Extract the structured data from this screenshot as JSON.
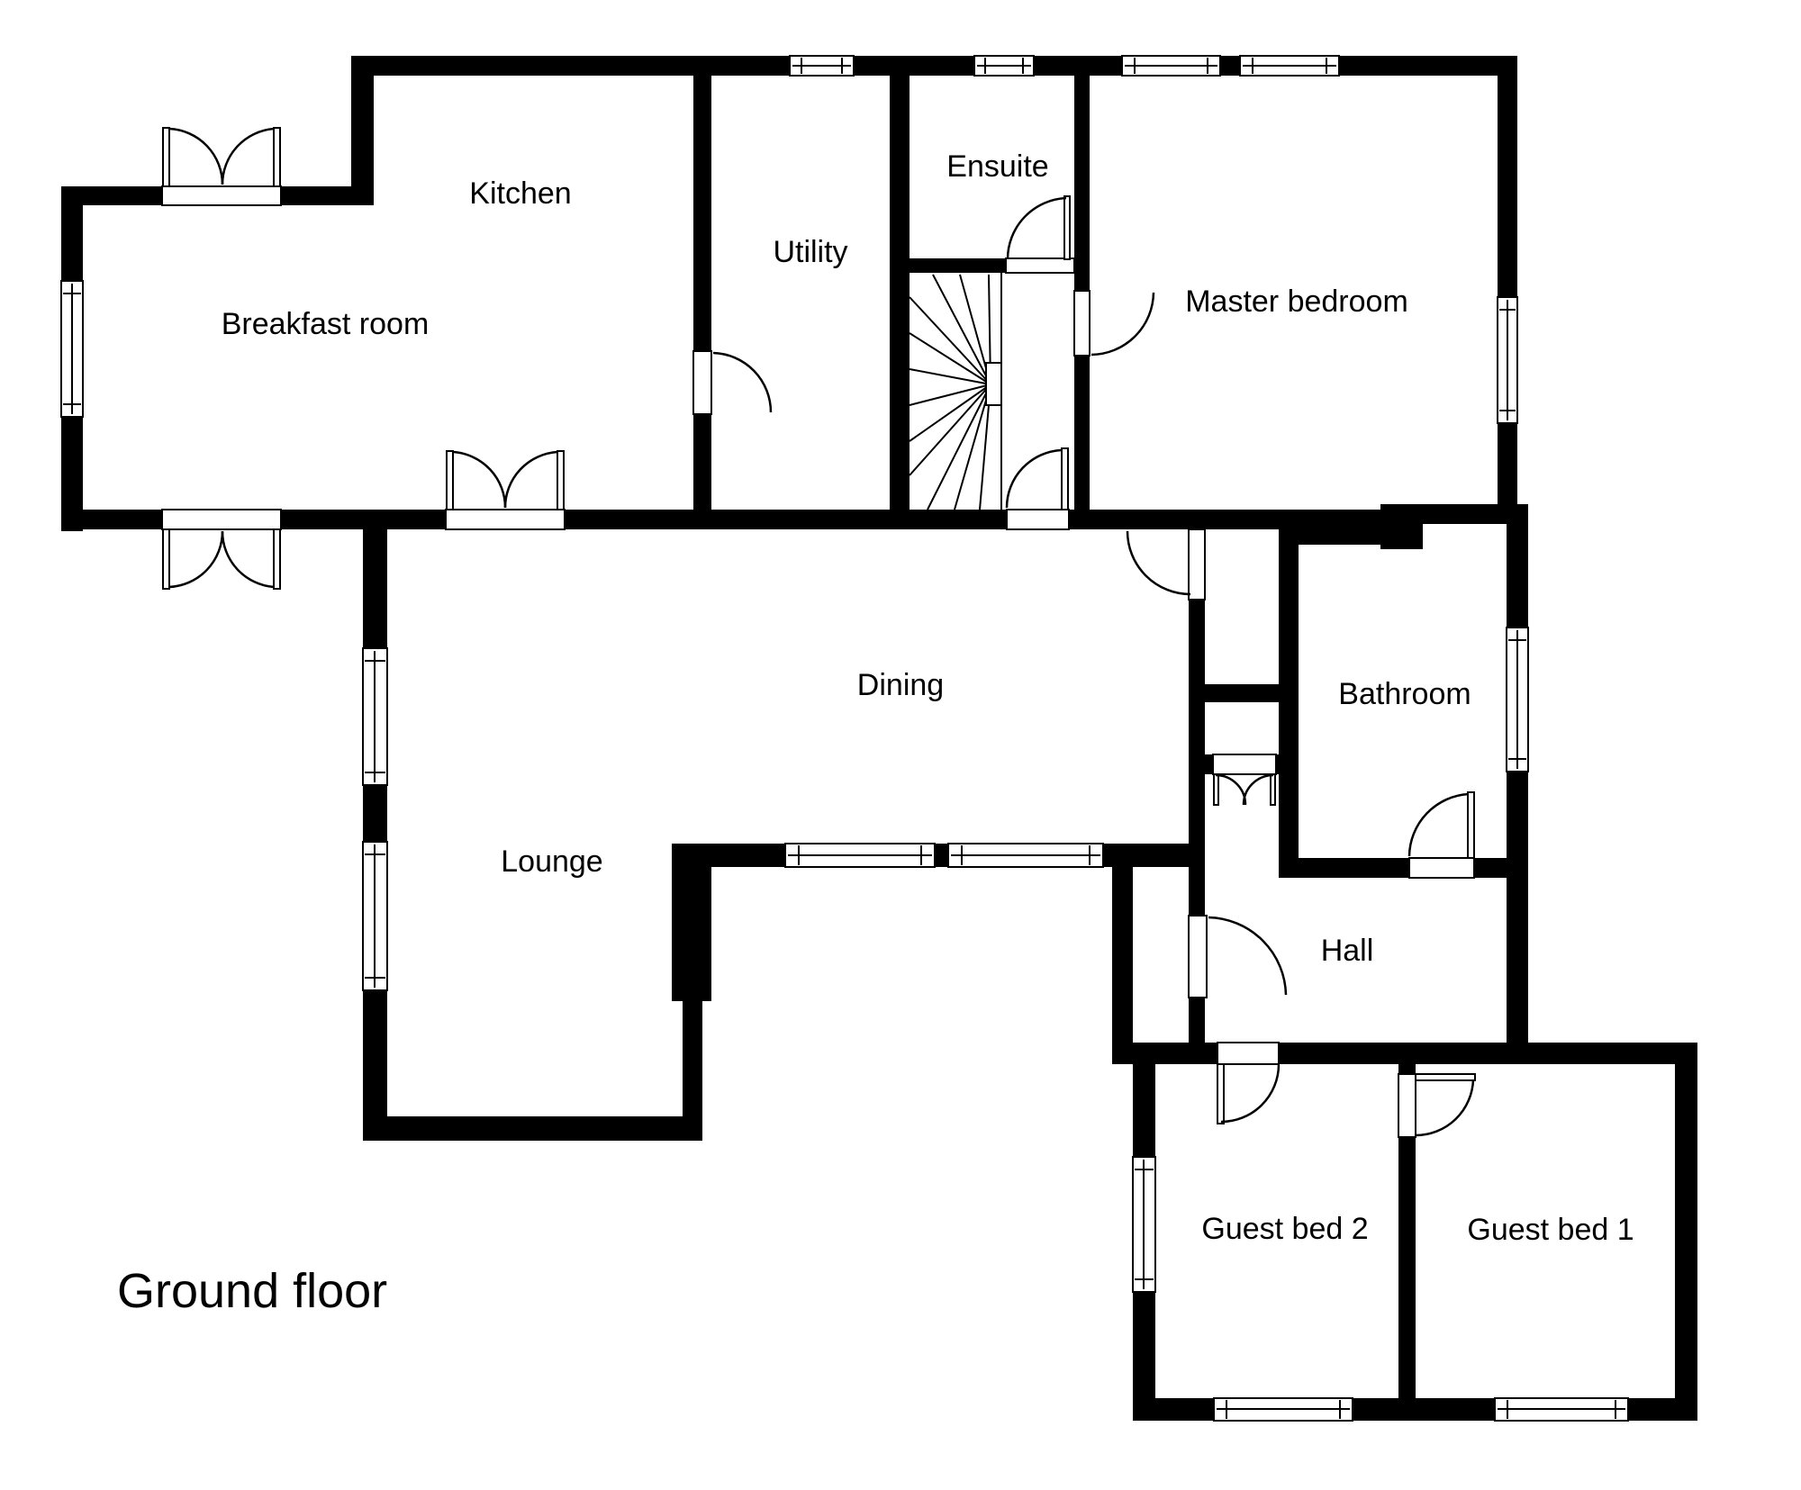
{
  "title": "Ground floor",
  "plan": {
    "background_color": "#ffffff",
    "wall_color": "#000000",
    "rooms": [
      {
        "id": "kitchen",
        "label": "Kitchen"
      },
      {
        "id": "breakfast-room",
        "label": "Breakfast room"
      },
      {
        "id": "utility",
        "label": "Utility"
      },
      {
        "id": "ensuite",
        "label": "Ensuite"
      },
      {
        "id": "master-bedroom",
        "label": "Master bedroom"
      },
      {
        "id": "dining",
        "label": "Dining"
      },
      {
        "id": "lounge",
        "label": "Lounge"
      },
      {
        "id": "bathroom",
        "label": "Bathroom"
      },
      {
        "id": "hall",
        "label": "Hall"
      },
      {
        "id": "guest-bed-2",
        "label": "Guest bed 2"
      },
      {
        "id": "guest-bed-1",
        "label": "Guest bed 1"
      }
    ]
  }
}
